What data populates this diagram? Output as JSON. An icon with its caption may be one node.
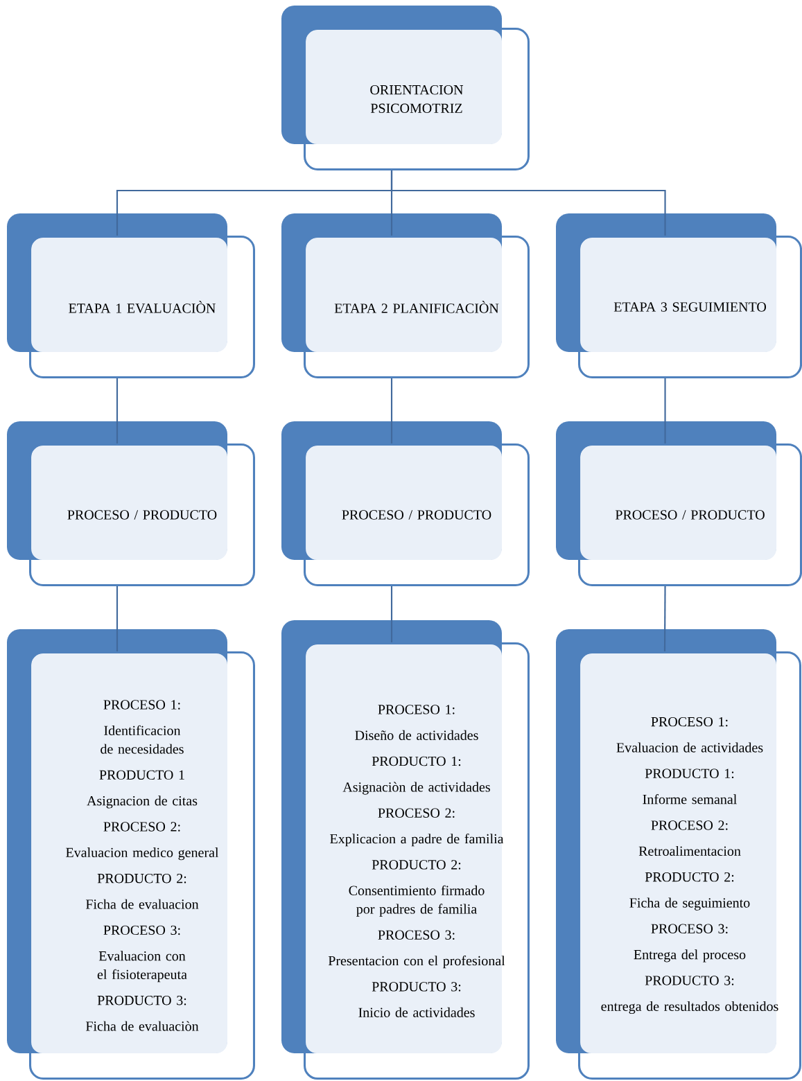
{
  "diagram": {
    "nodes": [
      {
        "text": [
          "ORIENTACION PSICOMOTRIZ"
        ]
      },
      {
        "text": [
          "ETAPA 1 EVALUACIÒN"
        ]
      },
      {
        "text": [
          "ETAPA 2 PLANIFICACIÒN"
        ]
      },
      {
        "text": [
          "ETAPA 3 SEGUIMIENTO"
        ]
      },
      {
        "text": [
          "PROCESO / PRODUCTO"
        ]
      },
      {
        "text": [
          "PROCESO / PRODUCTO"
        ]
      },
      {
        "text": [
          "PROCESO / PRODUCTO"
        ]
      },
      {
        "text": [
          "PROCESO 1:",
          "Identificacion de necesidades",
          "PRODUCTO 1",
          "Asignacion de citas",
          "PROCESO 2:",
          "Evaluacion medico general",
          "PRODUCTO 2:",
          "Ficha de evaluacion",
          "PROCESO 3:",
          "Evaluacion con el fisioterapeuta",
          "PRODUCTO 3:",
          "Ficha de evaluaciòn"
        ]
      },
      {
        "text": [
          "PROCESO 1:",
          "Diseño de actividades",
          "PRODUCTO 1:",
          "Asignaciòn de actividades",
          "PROCESO 2:",
          "Explicacion a padre de familia",
          "PRODUCTO 2:",
          "Consentimiento firmado por padres de familia",
          "PROCESO 3:",
          "Presentacion con el profesional",
          "PRODUCTO 3:",
          "Inicio de actividades"
        ]
      },
      {
        "text": [
          "PROCESO 1:",
          "Evaluacion de actividades",
          "PRODUCTO 1:",
          "Informe semanal",
          "PROCESO 2:",
          "Retroalimentacion",
          "PRODUCTO 2:",
          "Ficha de seguimiento",
          "PROCESO 3:",
          "Entrega del proceso",
          "PRODUCTO 3:",
          "entrega de resultados obtenidos"
        ]
      }
    ],
    "edges": [
      {
        "from": 0,
        "to": 1,
        "arrow": "none"
      },
      {
        "from": 0,
        "to": 2,
        "arrow": "none"
      },
      {
        "from": 0,
        "to": 3,
        "arrow": "none"
      },
      {
        "from": 1,
        "to": 4,
        "arrow": "none"
      },
      {
        "from": 2,
        "to": 5,
        "arrow": "none"
      },
      {
        "from": 3,
        "to": 6,
        "arrow": "none"
      },
      {
        "from": 4,
        "to": 7,
        "arrow": "none"
      },
      {
        "from": 5,
        "to": 8,
        "arrow": "none"
      },
      {
        "from": 6,
        "to": 9,
        "arrow": "none"
      }
    ]
  }
}
